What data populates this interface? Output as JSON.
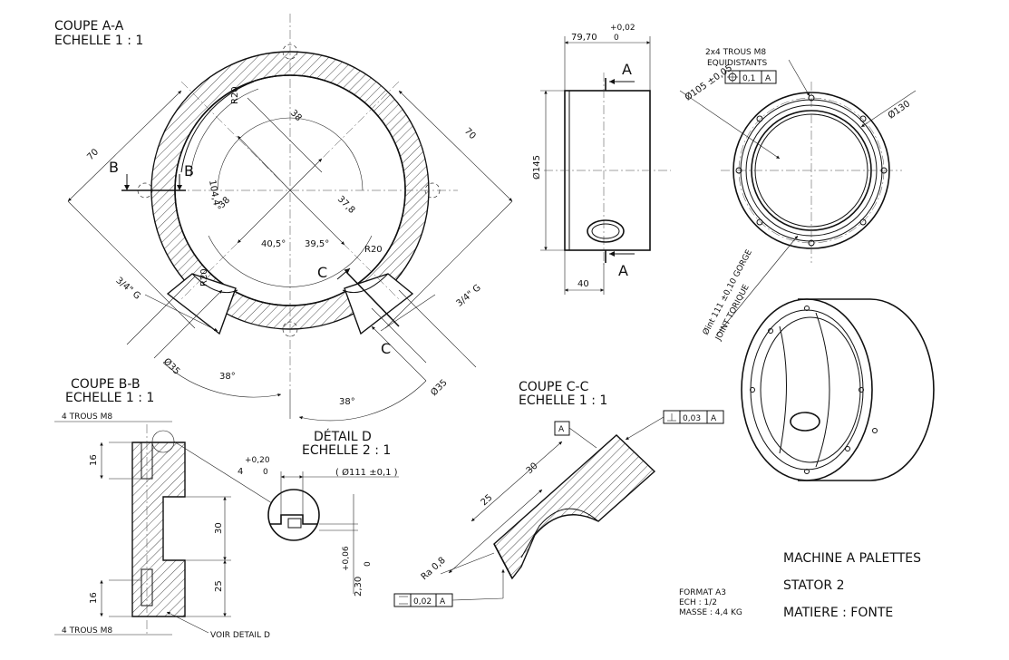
{
  "views": {
    "section_aa": {
      "title": "COUPE A-A",
      "scale": "ECHELLE 1 : 1"
    },
    "section_bb": {
      "title": "COUPE B-B",
      "scale": "ECHELLE 1 : 1"
    },
    "section_cc": {
      "title": "COUPE C-C",
      "scale": "ECHELLE 1 : 1"
    },
    "detail_d": {
      "title": "DÉTAIL D",
      "scale": "ECHELLE 2 : 1"
    }
  },
  "section_labels": {
    "a": "A",
    "b": "B",
    "c": "C"
  },
  "dims_aa": {
    "r20a": "R20",
    "d38a": "38",
    "d70l": "70",
    "d70r": "70",
    "a104": "104,4°",
    "d38b": "38",
    "d37": "37,8",
    "a40": "40,5°",
    "a39": "39,5°",
    "r20b": "R20",
    "r20c": "R20",
    "thread_l": "3/4\" G",
    "thread_r": "3/4\" G",
    "dia35l": "Ø35",
    "dia35r": "Ø35",
    "a38l": "38°",
    "a38r": "38°"
  },
  "dims_side": {
    "tol_top": "+0,02",
    "len": "79,70",
    "tol_zero": "0",
    "dia145": "Ø145",
    "d40": "40"
  },
  "dims_front": {
    "holes": "2x4 TROUS M8",
    "equi": "EQUIDISTANTS",
    "pos_tol": "0,1",
    "datum": "A",
    "dia105": "Ø105 ±0,05",
    "dia130": "Ø130",
    "groove_dim": "Øint 111 ±0,10 GORGE",
    "groove_name": "JOINT TORIQUE"
  },
  "dims_bb": {
    "holes_top": "4 TROUS M8",
    "holes_bot": "4 TROUS M8",
    "d16a": "16",
    "d30": "30",
    "d25": "25",
    "d16b": "16",
    "tol020": "+0,20",
    "d4": "4",
    "tol0": "0",
    "dia111": "( Ø111 ±0,1 )",
    "tol006": "+0,06",
    "d230": "2,30",
    "tol00": "0",
    "voir": "VOIR DETAIL D"
  },
  "dims_cc": {
    "datum": "A",
    "perp_tol": "0,03",
    "perp_datum": "A",
    "d30": "30",
    "d25": "25",
    "ra": "Ra 0,8",
    "par_tol": "0,02",
    "par_datum": "A"
  },
  "title_block": {
    "format": "FORMAT A3",
    "ech": "ECH : 1/2",
    "masse": "MASSE : 4,4 KG",
    "name": "MACHINE A PALETTES",
    "part": "STATOR 2",
    "material": "MATIERE : FONTE"
  }
}
